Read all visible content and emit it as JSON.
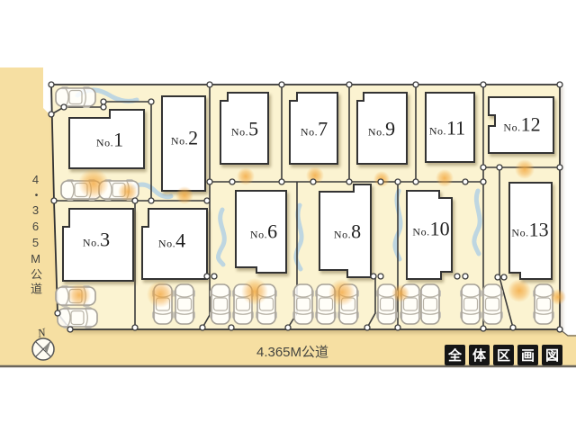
{
  "map": {
    "lots": [
      {
        "prefix": "No.",
        "number": "1"
      },
      {
        "prefix": "No.",
        "number": "2"
      },
      {
        "prefix": "No.",
        "number": "3"
      },
      {
        "prefix": "No.",
        "number": "4"
      },
      {
        "prefix": "No.",
        "number": "5"
      },
      {
        "prefix": "No.",
        "number": "6"
      },
      {
        "prefix": "No.",
        "number": "7"
      },
      {
        "prefix": "No.",
        "number": "8"
      },
      {
        "prefix": "No.",
        "number": "9"
      },
      {
        "prefix": "No.",
        "number": "10"
      },
      {
        "prefix": "No.",
        "number": "11"
      },
      {
        "prefix": "No.",
        "number": "12"
      },
      {
        "prefix": "No.",
        "number": "13"
      }
    ],
    "roads": {
      "left_label": "4・365M公道",
      "bottom_label": "4.365M公道"
    },
    "compass": {
      "north_label": "N"
    },
    "legend": {
      "title": "全体区画図",
      "chars": [
        "全",
        "体",
        "区",
        "画",
        "図"
      ]
    },
    "colors": {
      "road_fill": "#f6dfa2",
      "parcel_fill": "#fbf3d1",
      "boundary_line": "#3b3b3b",
      "house_fill": "#ffffff",
      "glow": "#f3a63a",
      "stream": "#a6cbe7",
      "legend_bg": "#151515"
    }
  }
}
